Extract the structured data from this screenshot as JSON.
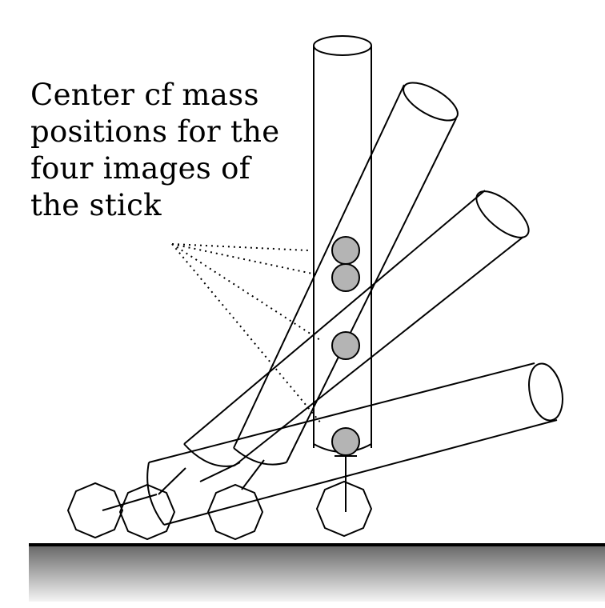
{
  "annotation": {
    "lines": [
      "Center cf mass",
      "positions for the",
      "four images of",
      "the stick"
    ]
  },
  "colors": {
    "stroke": "#000000",
    "com_fill": "#b4b4b4",
    "ground_top": "#6a6a6a",
    "ground_bottom": "#f4f4f4"
  }
}
